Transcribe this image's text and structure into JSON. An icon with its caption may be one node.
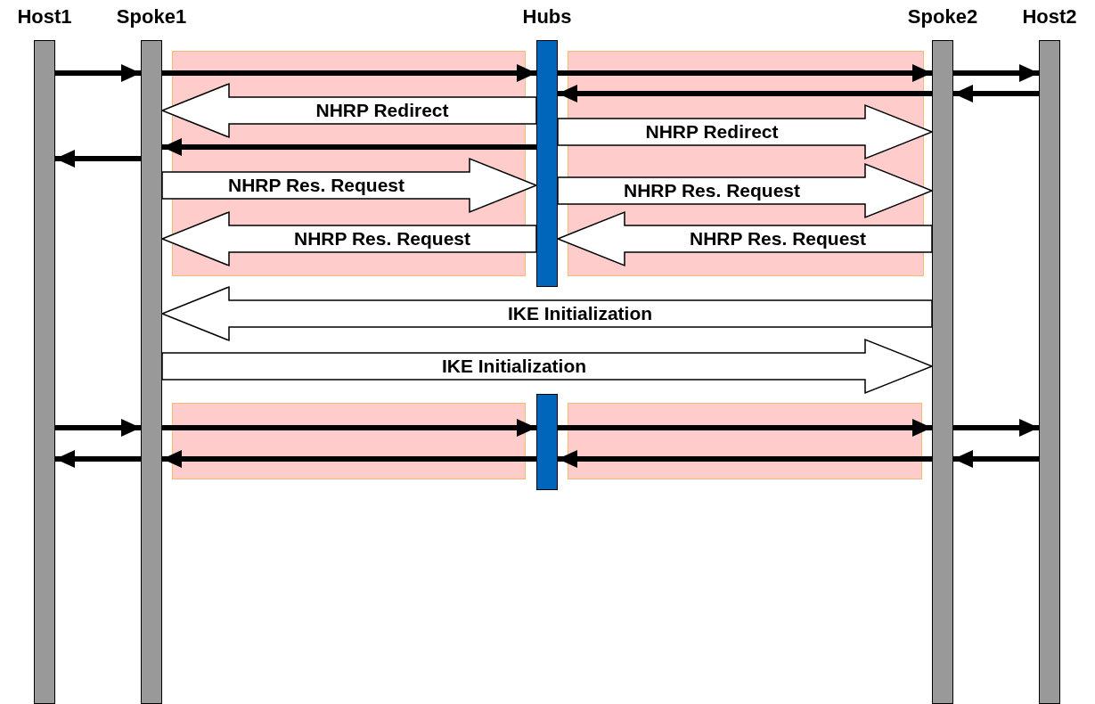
{
  "diagram": {
    "nodes": [
      {
        "text": [
          "Host1"
        ]
      },
      {
        "text": [
          "Spoke1"
        ]
      },
      {
        "text": [
          "Hubs"
        ]
      },
      {
        "text": [
          "Spoke2"
        ]
      },
      {
        "text": [
          "Host2"
        ]
      },
      {
        "text": [],
        "shape": "bar"
      }
    ],
    "edges": [
      {
        "from": 0,
        "to": 1,
        "arrow": "to"
      },
      {
        "from": 1,
        "to": 2,
        "arrow": "to"
      },
      {
        "from": 2,
        "to": 3,
        "arrow": "to"
      },
      {
        "from": 3,
        "to": 4,
        "arrow": "to"
      },
      {
        "from": 3,
        "to": 2,
        "arrow": "to"
      },
      {
        "from": 4,
        "to": 3,
        "arrow": "to"
      },
      {
        "from": 2,
        "to": 1,
        "arrow": "to",
        "label": "NHRP Redirect",
        "style": "thick"
      },
      {
        "from": 2,
        "to": 3,
        "arrow": "to",
        "label": "NHRP Redirect",
        "style": "thick"
      },
      {
        "from": 2,
        "to": 1,
        "arrow": "to"
      },
      {
        "from": 1,
        "to": 0,
        "arrow": "to"
      },
      {
        "from": 1,
        "to": 2,
        "arrow": "to",
        "label": "NHRP Res. Request",
        "style": "thick"
      },
      {
        "from": 2,
        "to": 3,
        "arrow": "to",
        "label": "NHRP Res. Request",
        "style": "thick"
      },
      {
        "from": 2,
        "to": 1,
        "arrow": "to",
        "label": "NHRP Res. Request",
        "style": "thick"
      },
      {
        "from": 3,
        "to": 2,
        "arrow": "to",
        "label": "NHRP Res. Request",
        "style": "thick"
      },
      {
        "from": 3,
        "to": 1,
        "arrow": "to",
        "label": "IKE Initialization",
        "style": "thick"
      },
      {
        "from": 1,
        "to": 3,
        "arrow": "to",
        "label": "IKE Initialization",
        "style": "thick"
      },
      {
        "from": 0,
        "to": 1,
        "arrow": "to"
      },
      {
        "from": 1,
        "to": 5,
        "arrow": "to"
      },
      {
        "from": 5,
        "to": 3,
        "arrow": "to"
      },
      {
        "from": 3,
        "to": 4,
        "arrow": "to"
      },
      {
        "from": 1,
        "to": 0,
        "arrow": "to"
      },
      {
        "from": 5,
        "to": 1,
        "arrow": "to"
      },
      {
        "from": 3,
        "to": 5,
        "arrow": "to"
      },
      {
        "from": 4,
        "to": 3,
        "arrow": "to"
      }
    ]
  }
}
